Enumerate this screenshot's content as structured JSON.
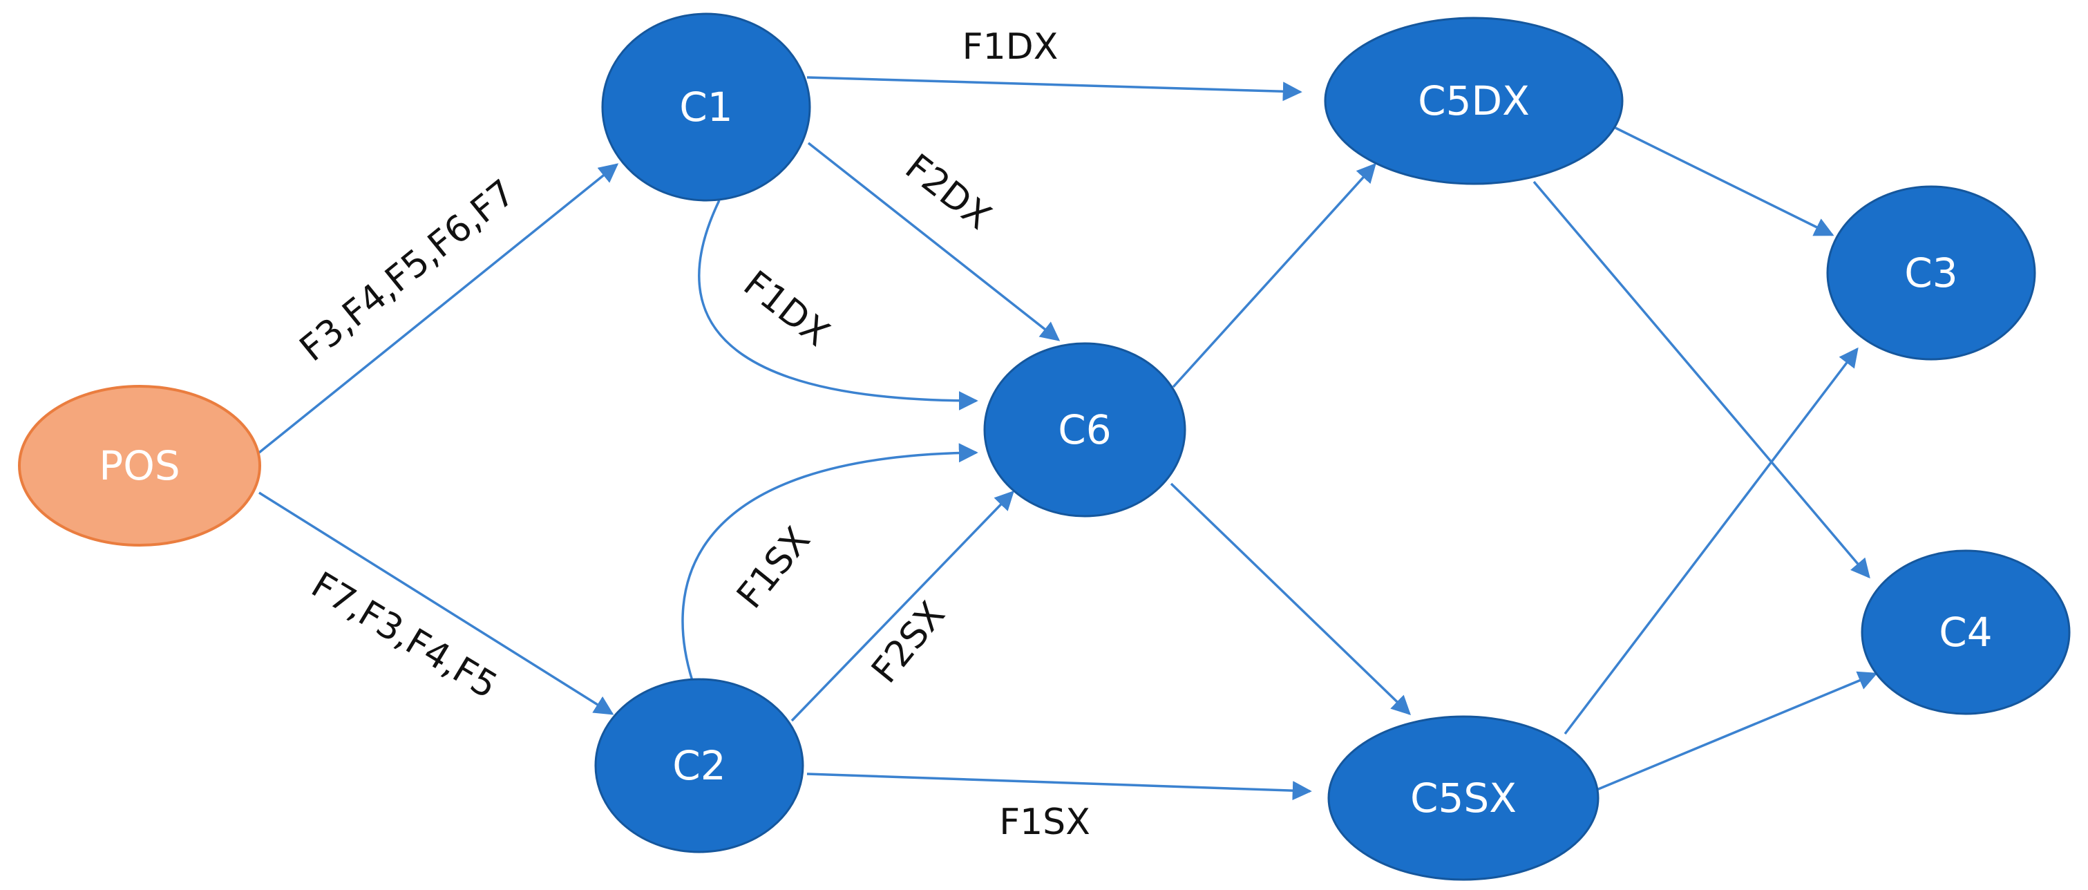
{
  "colors": {
    "node_fill": "#1a6fc9",
    "node_stroke": "#15579d",
    "source_fill": "#f5a77c",
    "source_stroke": "#ea7d3f",
    "edge": "#3b82d0",
    "label_text": "#111111",
    "node_text": "#ffffff"
  },
  "nodes": {
    "pos": "POS",
    "c1": "C1",
    "c2": "C2",
    "c3": "C3",
    "c4": "C4",
    "c5dx": "C5DX",
    "c5sx": "C5SX",
    "c6": "C6"
  },
  "edge_labels": {
    "pos_c1": "F3,F4,F5,F6,F7",
    "pos_c2": "F7,F3,F4,F5",
    "c1_c5dx": "F1DX",
    "c1_c6_straight": "F2DX",
    "c1_c6_curved": "F1DX",
    "c2_c6_curved": "F1SX",
    "c2_c6_straight": "F2SX",
    "c2_c5sx": "F1SX"
  },
  "edges": [
    {
      "from": "POS",
      "to": "C1",
      "label": "F3,F4,F5,F6,F7"
    },
    {
      "from": "POS",
      "to": "C2",
      "label": "F7,F3,F4,F5"
    },
    {
      "from": "C1",
      "to": "C5DX",
      "label": "F1DX"
    },
    {
      "from": "C1",
      "to": "C6",
      "label": "F2DX"
    },
    {
      "from": "C1",
      "to": "C6",
      "label": "F1DX"
    },
    {
      "from": "C2",
      "to": "C6",
      "label": "F1SX"
    },
    {
      "from": "C2",
      "to": "C6",
      "label": "F2SX"
    },
    {
      "from": "C2",
      "to": "C5SX",
      "label": "F1SX"
    },
    {
      "from": "C6",
      "to": "C5DX",
      "label": ""
    },
    {
      "from": "C6",
      "to": "C5SX",
      "label": ""
    },
    {
      "from": "C5DX",
      "to": "C3",
      "label": ""
    },
    {
      "from": "C5DX",
      "to": "C4",
      "label": ""
    },
    {
      "from": "C5SX",
      "to": "C3",
      "label": ""
    },
    {
      "from": "C5SX",
      "to": "C4",
      "label": ""
    }
  ]
}
